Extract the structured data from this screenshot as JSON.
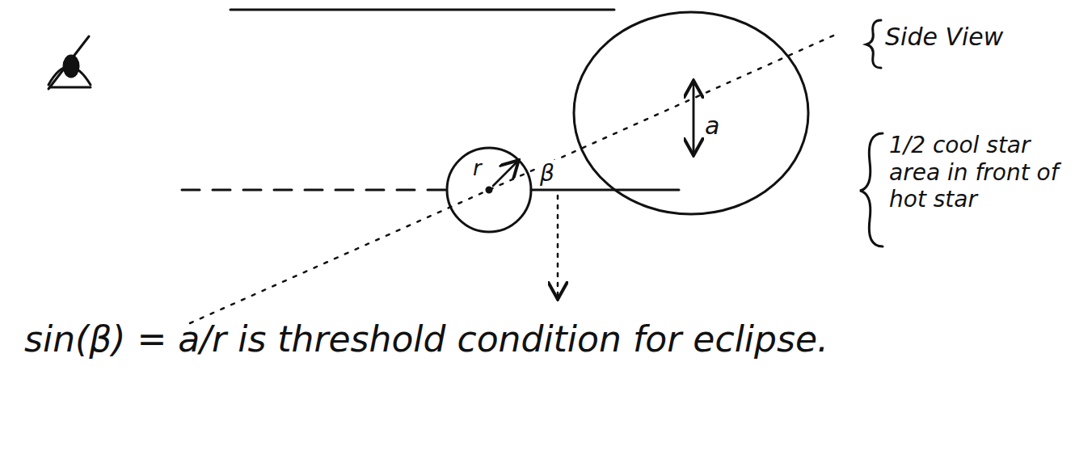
{
  "diagram": {
    "labels": [
      "Side View",
      "a",
      "r",
      "β",
      "1/2 cool star area in front of hot star",
      "sin(β) = a/r is threshold condition for eclipse."
    ]
  }
}
